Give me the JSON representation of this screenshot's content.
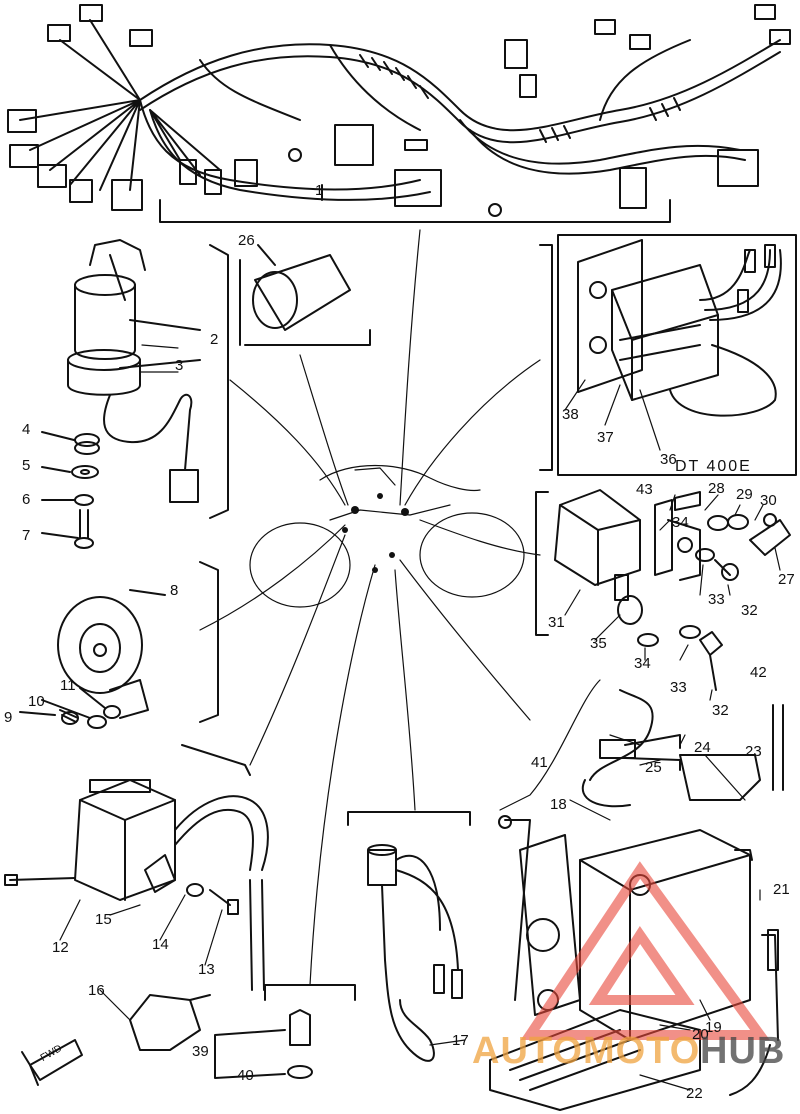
{
  "diagram": {
    "part_numbers": [
      "1",
      "2",
      "3",
      "4",
      "5",
      "6",
      "7",
      "8",
      "9",
      "10",
      "11",
      "12",
      "13",
      "14",
      "15",
      "16",
      "17",
      "18",
      "19",
      "20",
      "21",
      "22",
      "23",
      "24",
      "25",
      "26",
      "27",
      "28",
      "29",
      "30",
      "31",
      "32",
      "32",
      "33",
      "33",
      "34",
      "34",
      "35",
      "36",
      "37",
      "38",
      "39",
      "40",
      "41",
      "42",
      "43"
    ],
    "model_label": "DT 400E",
    "fwd_label": "FWD"
  },
  "watermark": {
    "brand_part1": "AUTOMOTO",
    "brand_part2": "HUB",
    "colors": {
      "accent": "#e8483a",
      "brand_orange": "#f0a340",
      "brand_gray": "#444444"
    }
  }
}
